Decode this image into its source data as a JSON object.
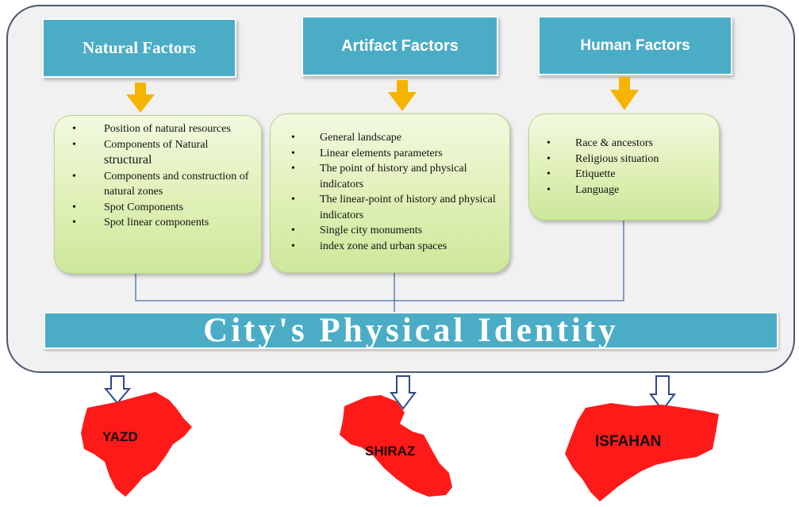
{
  "headers": {
    "natural": "Natural Factors",
    "artifact": "Artifact Factors",
    "human": "Human Factors"
  },
  "natural_items": [
    "Position of natural resources",
    "Components of Natural",
    "structural",
    "Components and construction of natural zones",
    "Spot Components",
    "Spot linear components"
  ],
  "artifact_items": [
    "General landscape",
    "Linear elements parameters",
    "The point of history and physical indicators",
    "The linear-point of history and physical indicators",
    "Single city monuments",
    "index zone and urban spaces"
  ],
  "human_items": [
    "Race & ancestors",
    "Religious situation",
    "Etiquette",
    "Language"
  ],
  "identity": "City's Physical Identity",
  "cities": [
    "YAZD",
    "SHIRAZ",
    "ISFAHAN"
  ],
  "colors": {
    "header": "#4bacc6",
    "arrow": "#f5b400",
    "box": "#dff0b6",
    "map": "#ff1a1a",
    "frame_border": "#4a5a6e"
  }
}
